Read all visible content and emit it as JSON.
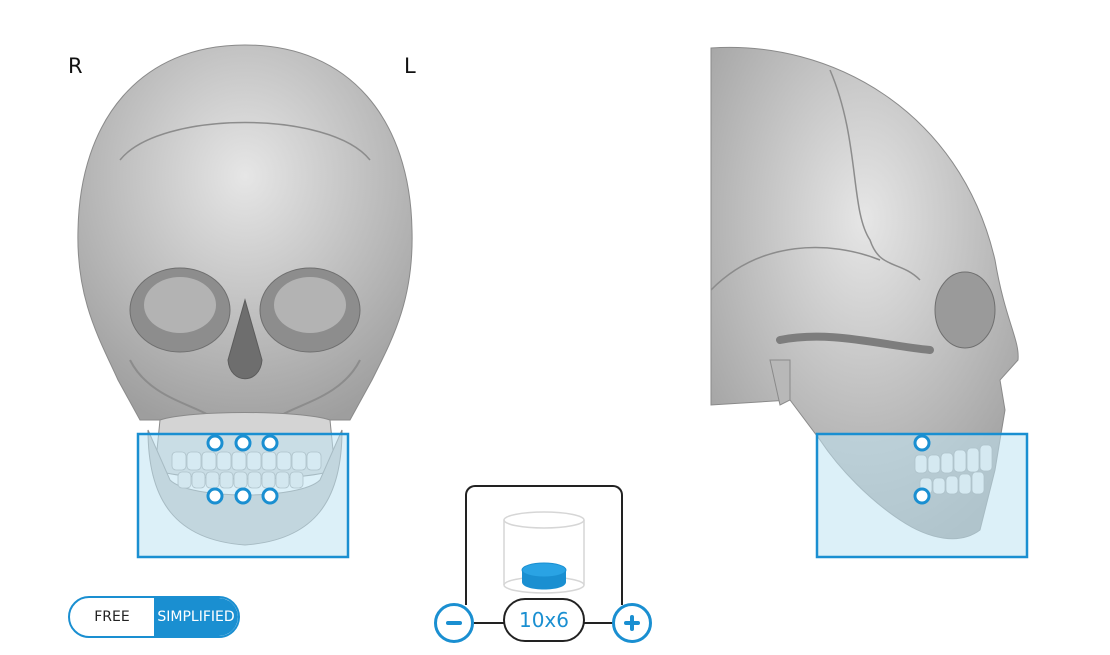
{
  "orientation": {
    "right": "R",
    "left": "L"
  },
  "mode_toggle": {
    "options": [
      "FREE",
      "SIMPLIFIED"
    ],
    "selected": "SIMPLIFIED"
  },
  "implant_size": {
    "value": "10x6"
  },
  "icons": {
    "decrease": "minus-icon",
    "increase": "plus-icon",
    "implant": "implant-cylinder-icon"
  },
  "colors": {
    "accent": "#1a8fd1",
    "region_fill": "#bfe3f2",
    "bone": "#c9c9c9"
  }
}
